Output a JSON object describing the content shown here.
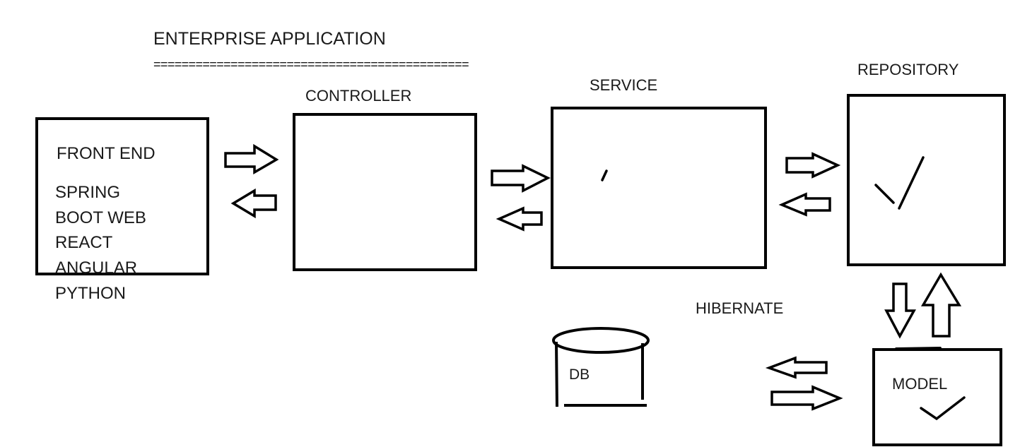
{
  "title": "ENTERPRISE    APPLICATION",
  "underline": "=============================================",
  "frontend": {
    "heading": "FRONT END",
    "items": [
      "SPRING",
      "BOOT WEB",
      "REACT",
      "ANGULAR",
      "PYTHON"
    ]
  },
  "controller": {
    "label": "CONTROLLER"
  },
  "service": {
    "label": "SERVICE"
  },
  "repository": {
    "label": "REPOSITORY"
  },
  "hibernate": {
    "label": "HIBERNATE"
  },
  "db": {
    "label": "DB"
  },
  "model": {
    "label": "MODEL"
  },
  "colors": {
    "ink": "#000000",
    "text": "#1a1a1a",
    "background": "#ffffff"
  }
}
